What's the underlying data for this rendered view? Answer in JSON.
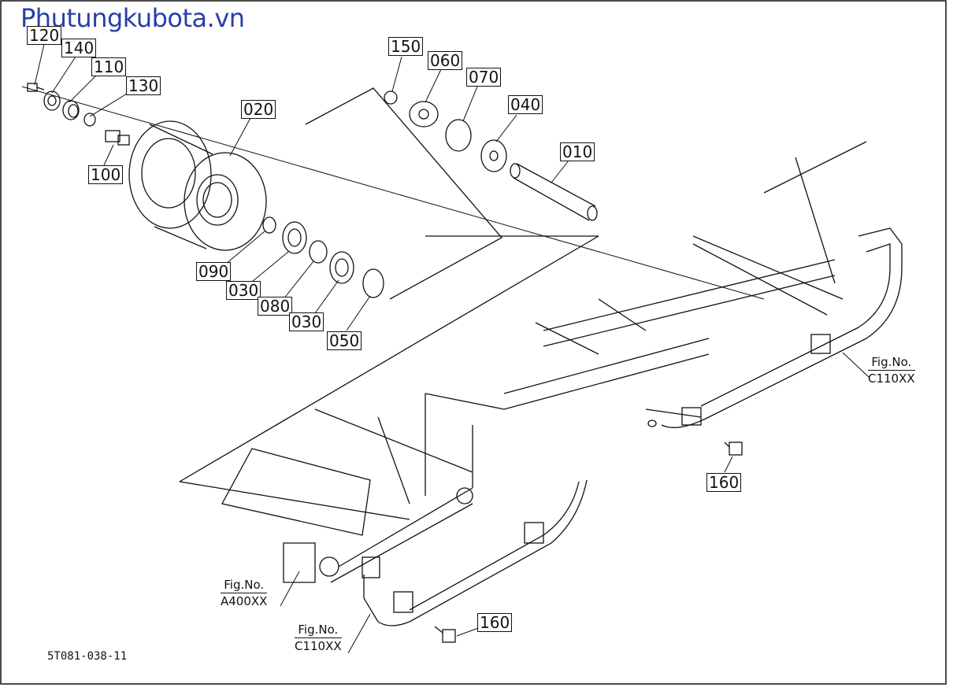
{
  "watermark": "Phutungkubota.vn",
  "drawing_number": "5T081-038-11",
  "callouts": {
    "p120": "120",
    "p140": "140",
    "p110": "110",
    "p130": "130",
    "p100": "100",
    "p020": "020",
    "p150": "150",
    "p060": "060",
    "p070": "070",
    "p040": "040",
    "p010": "010",
    "p090": "090",
    "p030a": "030",
    "p080": "080",
    "p030b": "030",
    "p050": "050",
    "p160a": "160",
    "p160b": "160"
  },
  "fig_refs": {
    "right": {
      "label": "Fig.No.",
      "code": "C110XX"
    },
    "left_a": {
      "label": "Fig.No.",
      "code": "A400XX"
    },
    "left_c": {
      "label": "Fig.No.",
      "code": "C110XX"
    }
  },
  "colors": {
    "line": "#111111",
    "watermark": "#2a3fa8"
  }
}
